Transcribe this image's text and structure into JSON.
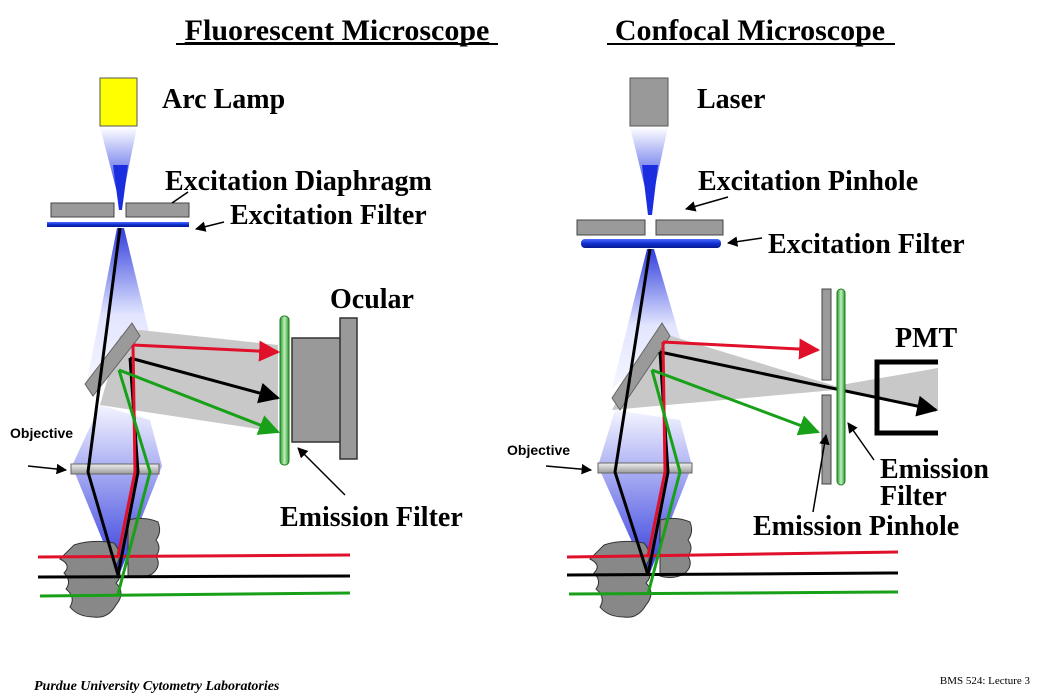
{
  "titles": {
    "fluorescent": "Fluorescent Microscope",
    "confocal": "Confocal Microscope"
  },
  "fluorescent_labels": {
    "source": "Arc Lamp",
    "excitation_diaphragm": "Excitation Diaphragm",
    "excitation_filter": "Excitation Filter",
    "ocular": "Ocular",
    "emission_filter": "Emission Filter",
    "objective": "Objective"
  },
  "confocal_labels": {
    "source": "Laser",
    "excitation_pinhole": "Excitation Pinhole",
    "excitation_filter": "Excitation Filter",
    "detector": "PMT",
    "emission_filter_line1": "Emission",
    "emission_filter_line2": "Filter",
    "emission_pinhole": "Emission Pinhole",
    "objective": "Objective"
  },
  "footer": {
    "left": "Purdue University Cytometry Laboratories",
    "right": "BMS 524: Lecture 3"
  },
  "colors": {
    "arc_lamp": "#ffff00",
    "laser": "#999999",
    "filter_blue": "#1d3fd6",
    "emission_green": "#22aa22",
    "red_ray": "#e0102a",
    "green_ray": "#18a018",
    "gray_part": "#9a9a9a"
  }
}
